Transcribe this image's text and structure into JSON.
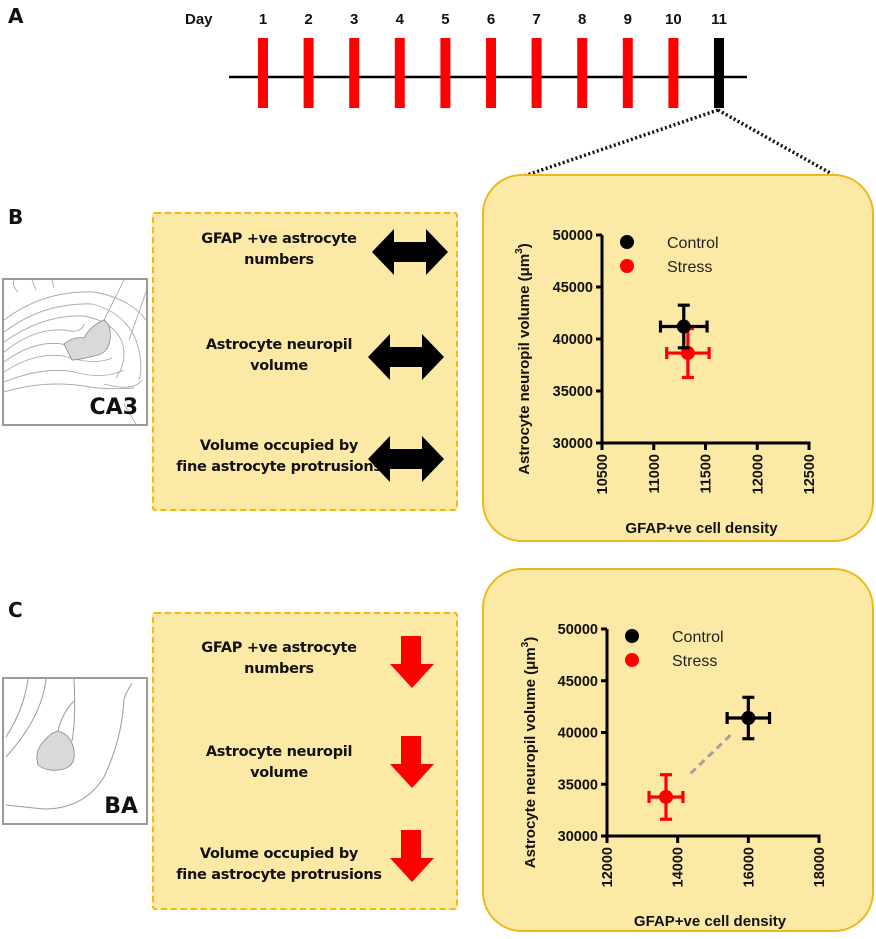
{
  "panels": {
    "a": {
      "letter": "A",
      "timeline": {
        "day_label": "Day",
        "days": [
          "1",
          "2",
          "3",
          "4",
          "5",
          "6",
          "7",
          "8",
          "9",
          "10",
          "11"
        ],
        "stress_days": 10,
        "stress_color": "#ff0000",
        "final_day_color": "#000000"
      }
    },
    "b": {
      "letter": "B",
      "region_label": "CA3",
      "findings": [
        {
          "text_line1": "GFAP +ve astrocyte",
          "text_line2": "numbers",
          "change": "no-change",
          "icon": "double-arrow-icon"
        },
        {
          "text_line1": "Astrocyte neuropil",
          "text_line2": "volume",
          "change": "no-change",
          "icon": "double-arrow-icon"
        },
        {
          "text_line1": "Volume occupied by",
          "text_line2": "fine astrocyte protrusions",
          "change": "no-change",
          "icon": "double-arrow-icon"
        }
      ]
    },
    "c": {
      "letter": "C",
      "region_label": "BA",
      "findings": [
        {
          "text_line1": "GFAP +ve astrocyte",
          "text_line2": "numbers",
          "change": "decrease",
          "icon": "down-arrow-icon"
        },
        {
          "text_line1": "Astrocyte neuropil",
          "text_line2": "volume",
          "change": "decrease",
          "icon": "down-arrow-icon"
        },
        {
          "text_line1": "Volume occupied by",
          "text_line2": "fine astrocyte protrusions",
          "change": "decrease",
          "icon": "down-arrow-icon"
        }
      ]
    }
  },
  "colors": {
    "panel_fill": "#fde9a6",
    "panel_border": "#eeb71b",
    "control": "#000000",
    "stress": "#ff0000",
    "connector": "#a0a0a0"
  },
  "chart_data": [
    {
      "id": "ca3",
      "type": "scatter",
      "title": "",
      "xlabel": "GFAP+ve cell density",
      "ylabel": "Astrocyte neuropil volume (μm³)",
      "ylabel_main": "Astrocyte neuropil volume (μm",
      "ylabel_sup": "3",
      "ylabel_close": ")",
      "xlim": [
        10500,
        12500
      ],
      "ylim": [
        30000,
        50000
      ],
      "xticks": [
        10500,
        11000,
        11500,
        12000,
        12500
      ],
      "yticks": [
        30000,
        35000,
        40000,
        45000,
        50000
      ],
      "xtick_labels": [
        "10500",
        "11000",
        "11500",
        "12000",
        "12500"
      ],
      "ytick_labels": [
        "30000",
        "35000",
        "40000",
        "45000",
        "50000"
      ],
      "legend": {
        "position": "top-left",
        "entries": [
          "Control",
          "Stress"
        ]
      },
      "grid": false,
      "connector": false,
      "series": [
        {
          "name": "Control",
          "color": "#000000",
          "x": 11290,
          "y": 41200,
          "xerr": 225,
          "yerr": 2050
        },
        {
          "name": "Stress",
          "color": "#ff0000",
          "x": 11330,
          "y": 38650,
          "xerr": 205,
          "yerr": 2350
        }
      ]
    },
    {
      "id": "ba",
      "type": "scatter",
      "title": "",
      "xlabel": "GFAP+ve cell density",
      "ylabel": "Astrocyte neuropil volume (μm³)",
      "ylabel_main": "Astrocyte neuropil volume (μm",
      "ylabel_sup": "3",
      "ylabel_close": ")",
      "xlim": [
        12000,
        18000
      ],
      "ylim": [
        30000,
        50000
      ],
      "xticks": [
        12000,
        14000,
        16000,
        18000
      ],
      "yticks": [
        30000,
        35000,
        40000,
        45000,
        50000
      ],
      "xtick_labels": [
        "12000",
        "14000",
        "16000",
        "18000"
      ],
      "ytick_labels": [
        "30000",
        "35000",
        "40000",
        "45000",
        "50000"
      ],
      "legend": {
        "position": "top-left",
        "entries": [
          "Control",
          "Stress"
        ]
      },
      "grid": false,
      "connector": true,
      "series": [
        {
          "name": "Control",
          "color": "#000000",
          "x": 16000,
          "y": 41400,
          "xerr": 600,
          "yerr": 2000
        },
        {
          "name": "Stress",
          "color": "#ff0000",
          "x": 13670,
          "y": 33770,
          "xerr": 480,
          "yerr": 2150
        }
      ]
    }
  ]
}
